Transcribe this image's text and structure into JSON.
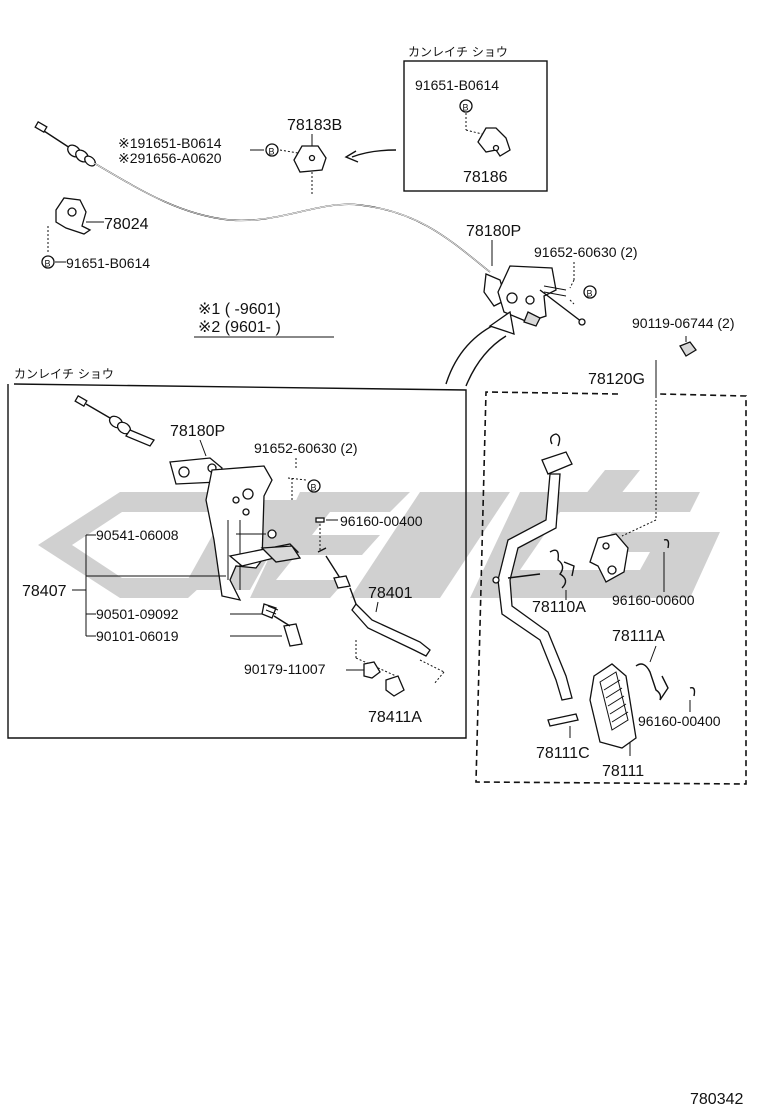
{
  "inset_top": {
    "heading": "カンレイチ ショウ",
    "bolt": "91651-B0614",
    "bracket": "78186"
  },
  "inset_left": {
    "heading": "カンレイチ ショウ"
  },
  "main": {
    "bracket_top": "78183B",
    "bolt_opt1": "※191651-B0614",
    "bolt_opt2": "※291656-A0620",
    "clamp": "78024",
    "clamp_bolt": "91651-B0614",
    "cable": "78180P",
    "cable_bolt": "91652-60630 (2)",
    "legend_1": "※1 (     -9601)",
    "legend_2": "※2 (9601-      )",
    "pedal_bolt": "90119-06744 (2)",
    "pedal_assy": "78120G"
  },
  "left_parts": {
    "cable": "78180P",
    "cable_bolt": "91652-60630 (2)",
    "screw": "90541-06008",
    "pin": "96160-00400",
    "bracket_assy": "78407",
    "spacer": "90501-09092",
    "bolt": "90101-06019",
    "rod": "78401",
    "nut": "90179-11007",
    "stopper": "78411A"
  },
  "pedal_parts": {
    "spring": "78110A",
    "clip": "96160-00600",
    "pad_spring": "78111A",
    "pad_pin": "96160-00400",
    "pad_shaft": "78111C",
    "pad": "78111"
  },
  "bolt_marker": "B",
  "footer_code": "780342"
}
